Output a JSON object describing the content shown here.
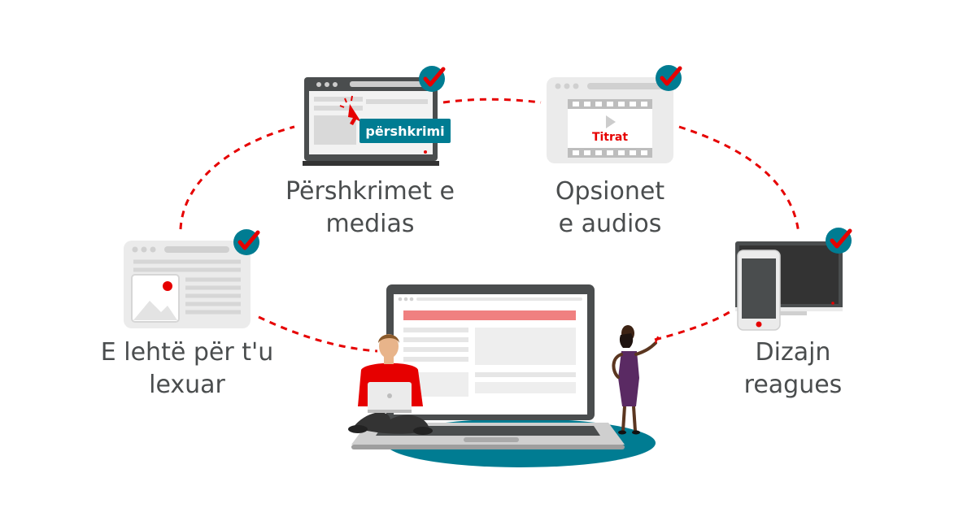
{
  "colors": {
    "red": "#e60000",
    "teal": "#007c92",
    "text": "#4a4d4e",
    "device_dark": "#4a4d4e",
    "panel": "#ebebeb"
  },
  "features": {
    "media": {
      "line1": "Përshkrimet e",
      "line2": "medias",
      "tooltip": "përshkrimi"
    },
    "audio": {
      "line1": "Opsionet",
      "line2": "e audios",
      "caption": "Titrat"
    },
    "read": {
      "line1": "E lehtë për t'u",
      "line2": "lexuar"
    },
    "responsive": {
      "line1": "Dizajn",
      "line2": "reagues"
    }
  },
  "icons": {
    "checkmark": "checkmark-badge-icon",
    "cursor": "cursor-click-icon",
    "play": "play-icon",
    "image": "image-placeholder-icon"
  }
}
